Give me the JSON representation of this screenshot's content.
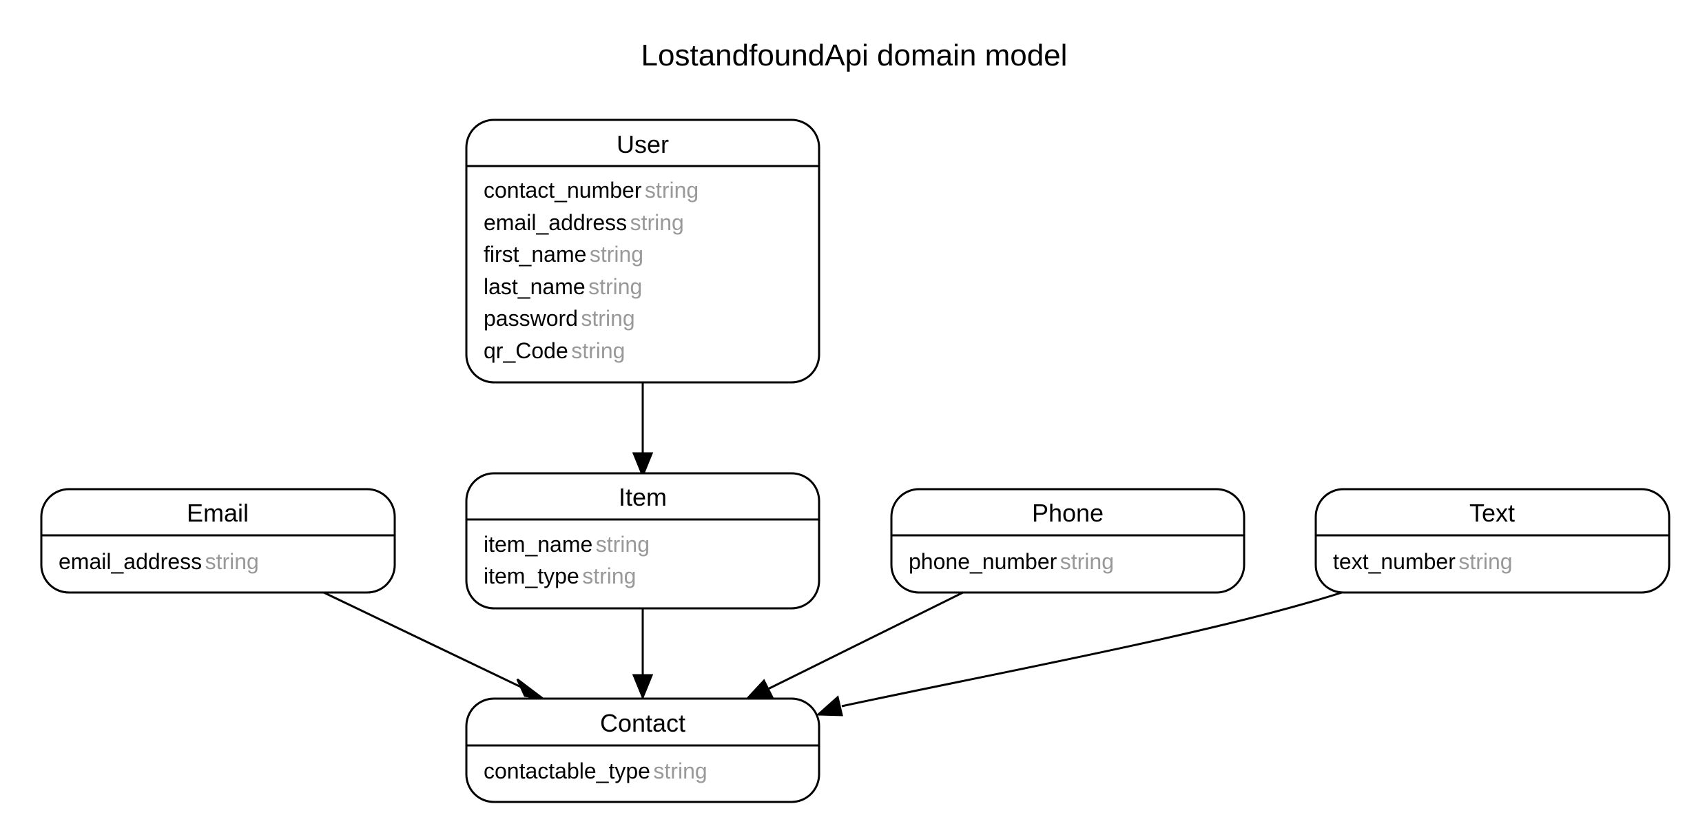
{
  "title": "LostandfoundApi domain model",
  "entities": {
    "user": {
      "name": "User",
      "attributes": [
        {
          "name": "contact_number",
          "type": "string"
        },
        {
          "name": "email_address",
          "type": "string"
        },
        {
          "name": "first_name",
          "type": "string"
        },
        {
          "name": "last_name",
          "type": "string"
        },
        {
          "name": "password",
          "type": "string"
        },
        {
          "name": "qr_Code",
          "type": "string"
        }
      ]
    },
    "email": {
      "name": "Email",
      "attributes": [
        {
          "name": "email_address",
          "type": "string"
        }
      ]
    },
    "item": {
      "name": "Item",
      "attributes": [
        {
          "name": "item_name",
          "type": "string"
        },
        {
          "name": "item_type",
          "type": "string"
        }
      ]
    },
    "phone": {
      "name": "Phone",
      "attributes": [
        {
          "name": "phone_number",
          "type": "string"
        }
      ]
    },
    "text": {
      "name": "Text",
      "attributes": [
        {
          "name": "text_number",
          "type": "string"
        }
      ]
    },
    "contact": {
      "name": "Contact",
      "attributes": [
        {
          "name": "contactable_type",
          "type": "string"
        }
      ]
    }
  },
  "relationships": [
    {
      "from": "User",
      "to": "Item"
    },
    {
      "from": "Item",
      "to": "Contact"
    },
    {
      "from": "Email",
      "to": "Contact"
    },
    {
      "from": "Phone",
      "to": "Contact"
    },
    {
      "from": "Text",
      "to": "Contact"
    }
  ]
}
